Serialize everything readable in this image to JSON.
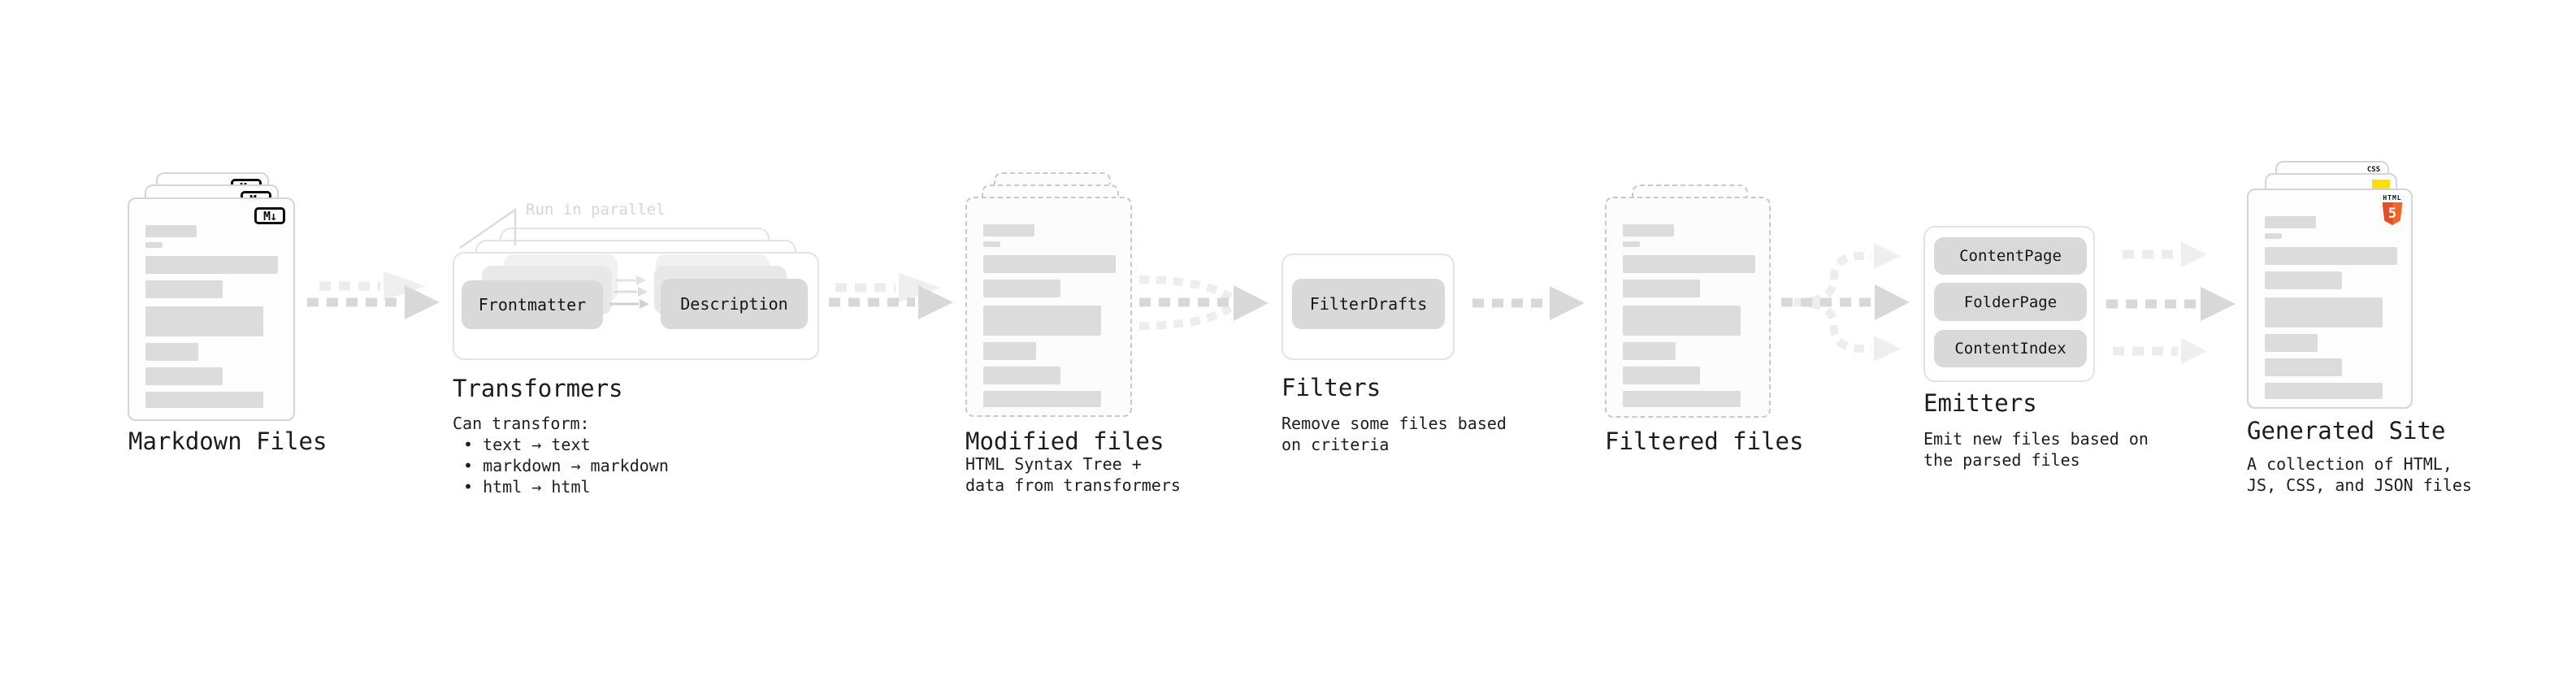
{
  "diagram": {
    "markdown": {
      "label": "Markdown Files",
      "badge": "M↓"
    },
    "transformers": {
      "title": "Transformers",
      "note": "Run in parallel",
      "frontmatter": "Frontmatter",
      "description": "Description",
      "body": [
        "Can transform:",
        "• text → text",
        "• markdown → markdown",
        "• html → html"
      ]
    },
    "modified": {
      "title": "Modified files",
      "body": [
        "HTML Syntax Tree +",
        "data from transformers"
      ]
    },
    "filters": {
      "title": "Filters",
      "button": "FilterDrafts",
      "body": [
        "Remove some files based",
        "on criteria"
      ]
    },
    "filtered": {
      "title": "Filtered files"
    },
    "emitters": {
      "title": "Emitters",
      "buttons": [
        "ContentPage",
        "FolderPage",
        "ContentIndex"
      ],
      "body": [
        "Emit new files based on",
        "the parsed files"
      ]
    },
    "generated": {
      "title": "Generated Site",
      "css_badge": "CSS",
      "html_badge": "HTML",
      "html5_number": "5",
      "body": [
        "A collection of HTML,",
        "JS, CSS, and JSON files"
      ]
    },
    "colors": {
      "html5_orange": "#f16529",
      "html5_orange_dark": "#e44d26",
      "js_yellow": "#ffdf00",
      "css_blue": "#2e6cf0"
    }
  }
}
